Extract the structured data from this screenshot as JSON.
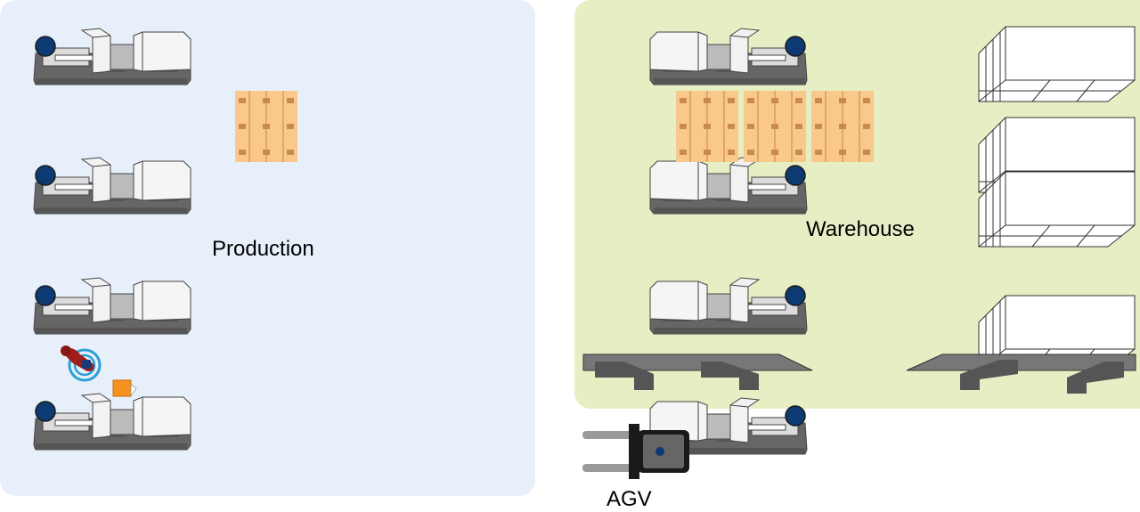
{
  "zones": {
    "production": {
      "label": "Production",
      "fill": "#e7f0fa"
    },
    "warehouse": {
      "label": "Warehouse",
      "fill": "#e6efc4"
    }
  },
  "agv": {
    "label": "AGV"
  },
  "colors": {
    "machine_base": "#666666",
    "machine_body": "#f2f2f2",
    "motor": "#0d3a73",
    "pallet": "#f9c98c",
    "pallet_block": "#c98a4e",
    "operator_marker": "#2a9fd6",
    "operator_body": "#a31c1c",
    "workpiece": "#f7921e"
  },
  "icons": {
    "machine": "injection-molding-machine-icon",
    "pallet": "wooden-pallet-icon",
    "box_stack": "stacked-boxes-icon",
    "rack": "pallet-rack-icon",
    "agv": "agv-forklift-icon",
    "operator": "worker-icon"
  },
  "production_machines": [
    {
      "id": "m1",
      "facing": "left"
    },
    {
      "id": "m2",
      "facing": "right"
    },
    {
      "id": "m3",
      "facing": "left"
    },
    {
      "id": "m4",
      "facing": "right"
    },
    {
      "id": "m5",
      "facing": "left"
    },
    {
      "id": "m6",
      "facing": "right"
    },
    {
      "id": "m7",
      "facing": "left"
    },
    {
      "id": "m8",
      "facing": "right"
    }
  ]
}
